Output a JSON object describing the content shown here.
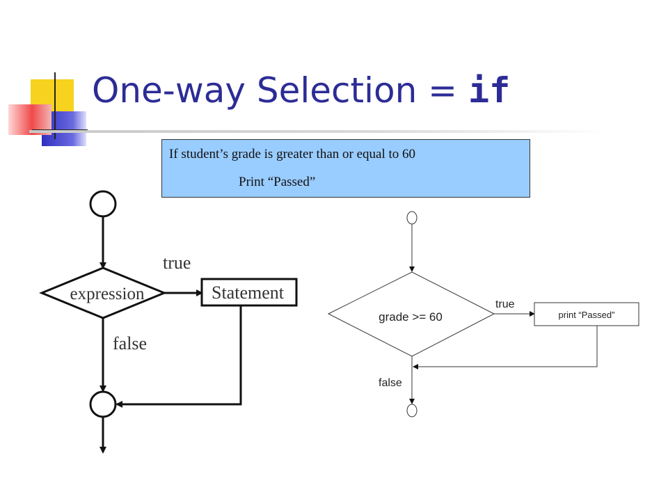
{
  "title": {
    "text": "One-way Selection = ",
    "code": "if"
  },
  "info_box": {
    "line1": "If student’s grade is greater than or equal to 60",
    "line2": "Print “Passed”",
    "background": "#99ccff"
  },
  "generic_flowchart": {
    "decision_label": "expression",
    "statement_label": "Statement",
    "true_label": "true",
    "false_label": "false"
  },
  "example_flowchart": {
    "decision_label": "grade >= 60",
    "statement_label": "print “Passed”",
    "true_label": "true",
    "false_label": "false"
  },
  "colors": {
    "title": "#2c2c96",
    "deco_yellow": "#f7d21f",
    "deco_blue": "#3737c8",
    "deco_red": "#f04a4a"
  }
}
